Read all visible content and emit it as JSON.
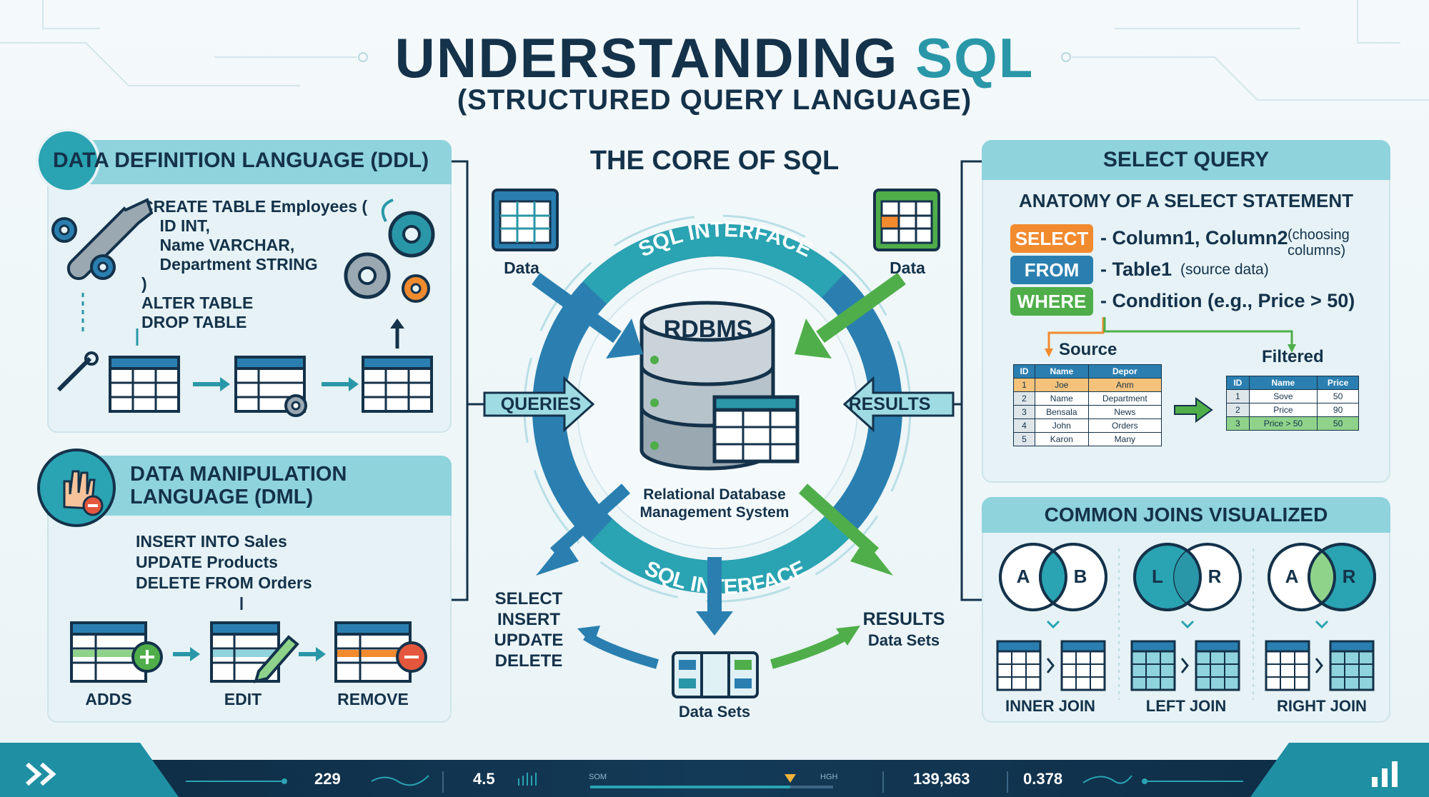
{
  "header": {
    "title_main": "UNDERSTANDING ",
    "title_accent": "SQL",
    "subtitle": "(STRUCTURED QUERY LANGUAGE)"
  },
  "ddl": {
    "title": "DATA DEFINITION LANGUAGE (DDL)",
    "code": [
      "CREATE TABLE Employees (",
      "    ID INT,",
      "    Name VARCHAR,",
      "    Department STRING",
      ")",
      "ALTER TABLE",
      "DROP TABLE"
    ]
  },
  "dml": {
    "title_line1": "DATA MANIPULATION",
    "title_line2": "LANGUAGE (DML)",
    "code": [
      "INSERT INTO Sales",
      "UPDATE Products",
      "DELETE FROM Orders"
    ],
    "steps": [
      "ADDS",
      "EDIT",
      "REMOVE"
    ]
  },
  "core": {
    "title": "THE CORE OF SQL",
    "ring_top": "SQL INTERFACE",
    "ring_bottom": "SQL INTERFACE",
    "rdbms": "RDBMS",
    "rdbms_desc_1": "Relational Database",
    "rdbms_desc_2": "Management System",
    "data_left": "Data",
    "data_right": "Data",
    "queries": "QUERIES",
    "results": "RESULTS",
    "commands": [
      "SELECT",
      "INSERT",
      "UPDATE",
      "DELETE"
    ],
    "results_bottom_1": "RESULTS",
    "results_bottom_2": "Data Sets",
    "data_sets": "Data Sets"
  },
  "select": {
    "title": "SELECT QUERY",
    "subtitle": "ANATOMY OF A SELECT STATEMENT",
    "clauses": [
      {
        "kw": "SELECT",
        "text": "- Column1, Column2",
        "note": "(choosing\ncolumns)",
        "color": "#f28a2e"
      },
      {
        "kw": "FROM",
        "text": "- Table1",
        "note": "(source data)",
        "color": "#2a7fb0"
      },
      {
        "kw": "WHERE",
        "text": "- Condition (e.g., Price > 50)",
        "note": "",
        "color": "#4fae4a"
      }
    ],
    "source_label": "Source",
    "filtered_label": "Filtered",
    "source_table": {
      "headers": [
        "ID",
        "Name",
        "Depor"
      ],
      "rows": [
        [
          "1",
          "Joe",
          "Anm"
        ],
        [
          "2",
          "Name",
          "Department"
        ],
        [
          "3",
          "Bensala",
          "News"
        ],
        [
          "4",
          "John",
          "Orders"
        ],
        [
          "5",
          "Karon",
          "Many"
        ]
      ]
    },
    "filtered_table": {
      "headers": [
        "ID",
        "Name",
        "Price"
      ],
      "rows": [
        [
          "1",
          "Sove",
          "50"
        ],
        [
          "2",
          "Price",
          "90"
        ],
        [
          "3",
          "Price > 50",
          "50"
        ]
      ]
    }
  },
  "joins": {
    "title": "COMMON JOINS VISUALIZED",
    "items": [
      {
        "a": "A",
        "b": "B",
        "label": "INNER JOIN"
      },
      {
        "a": "L",
        "b": "R",
        "label": "LEFT JOIN"
      },
      {
        "a": "A",
        "b": "R",
        "label": "RIGHT JOIN"
      }
    ]
  },
  "footer": {
    "stat1": "229",
    "stat2": "4.5",
    "slider_left": "SOM",
    "slider_right": "HGH",
    "stat3": "139,363",
    "stat4": "0.378"
  },
  "colors": {
    "navy": "#14324a",
    "teal": "#2a97a8",
    "blue": "#2a7fb0",
    "green": "#4fae4a",
    "orange": "#f28a2e",
    "red": "#e4573d"
  }
}
